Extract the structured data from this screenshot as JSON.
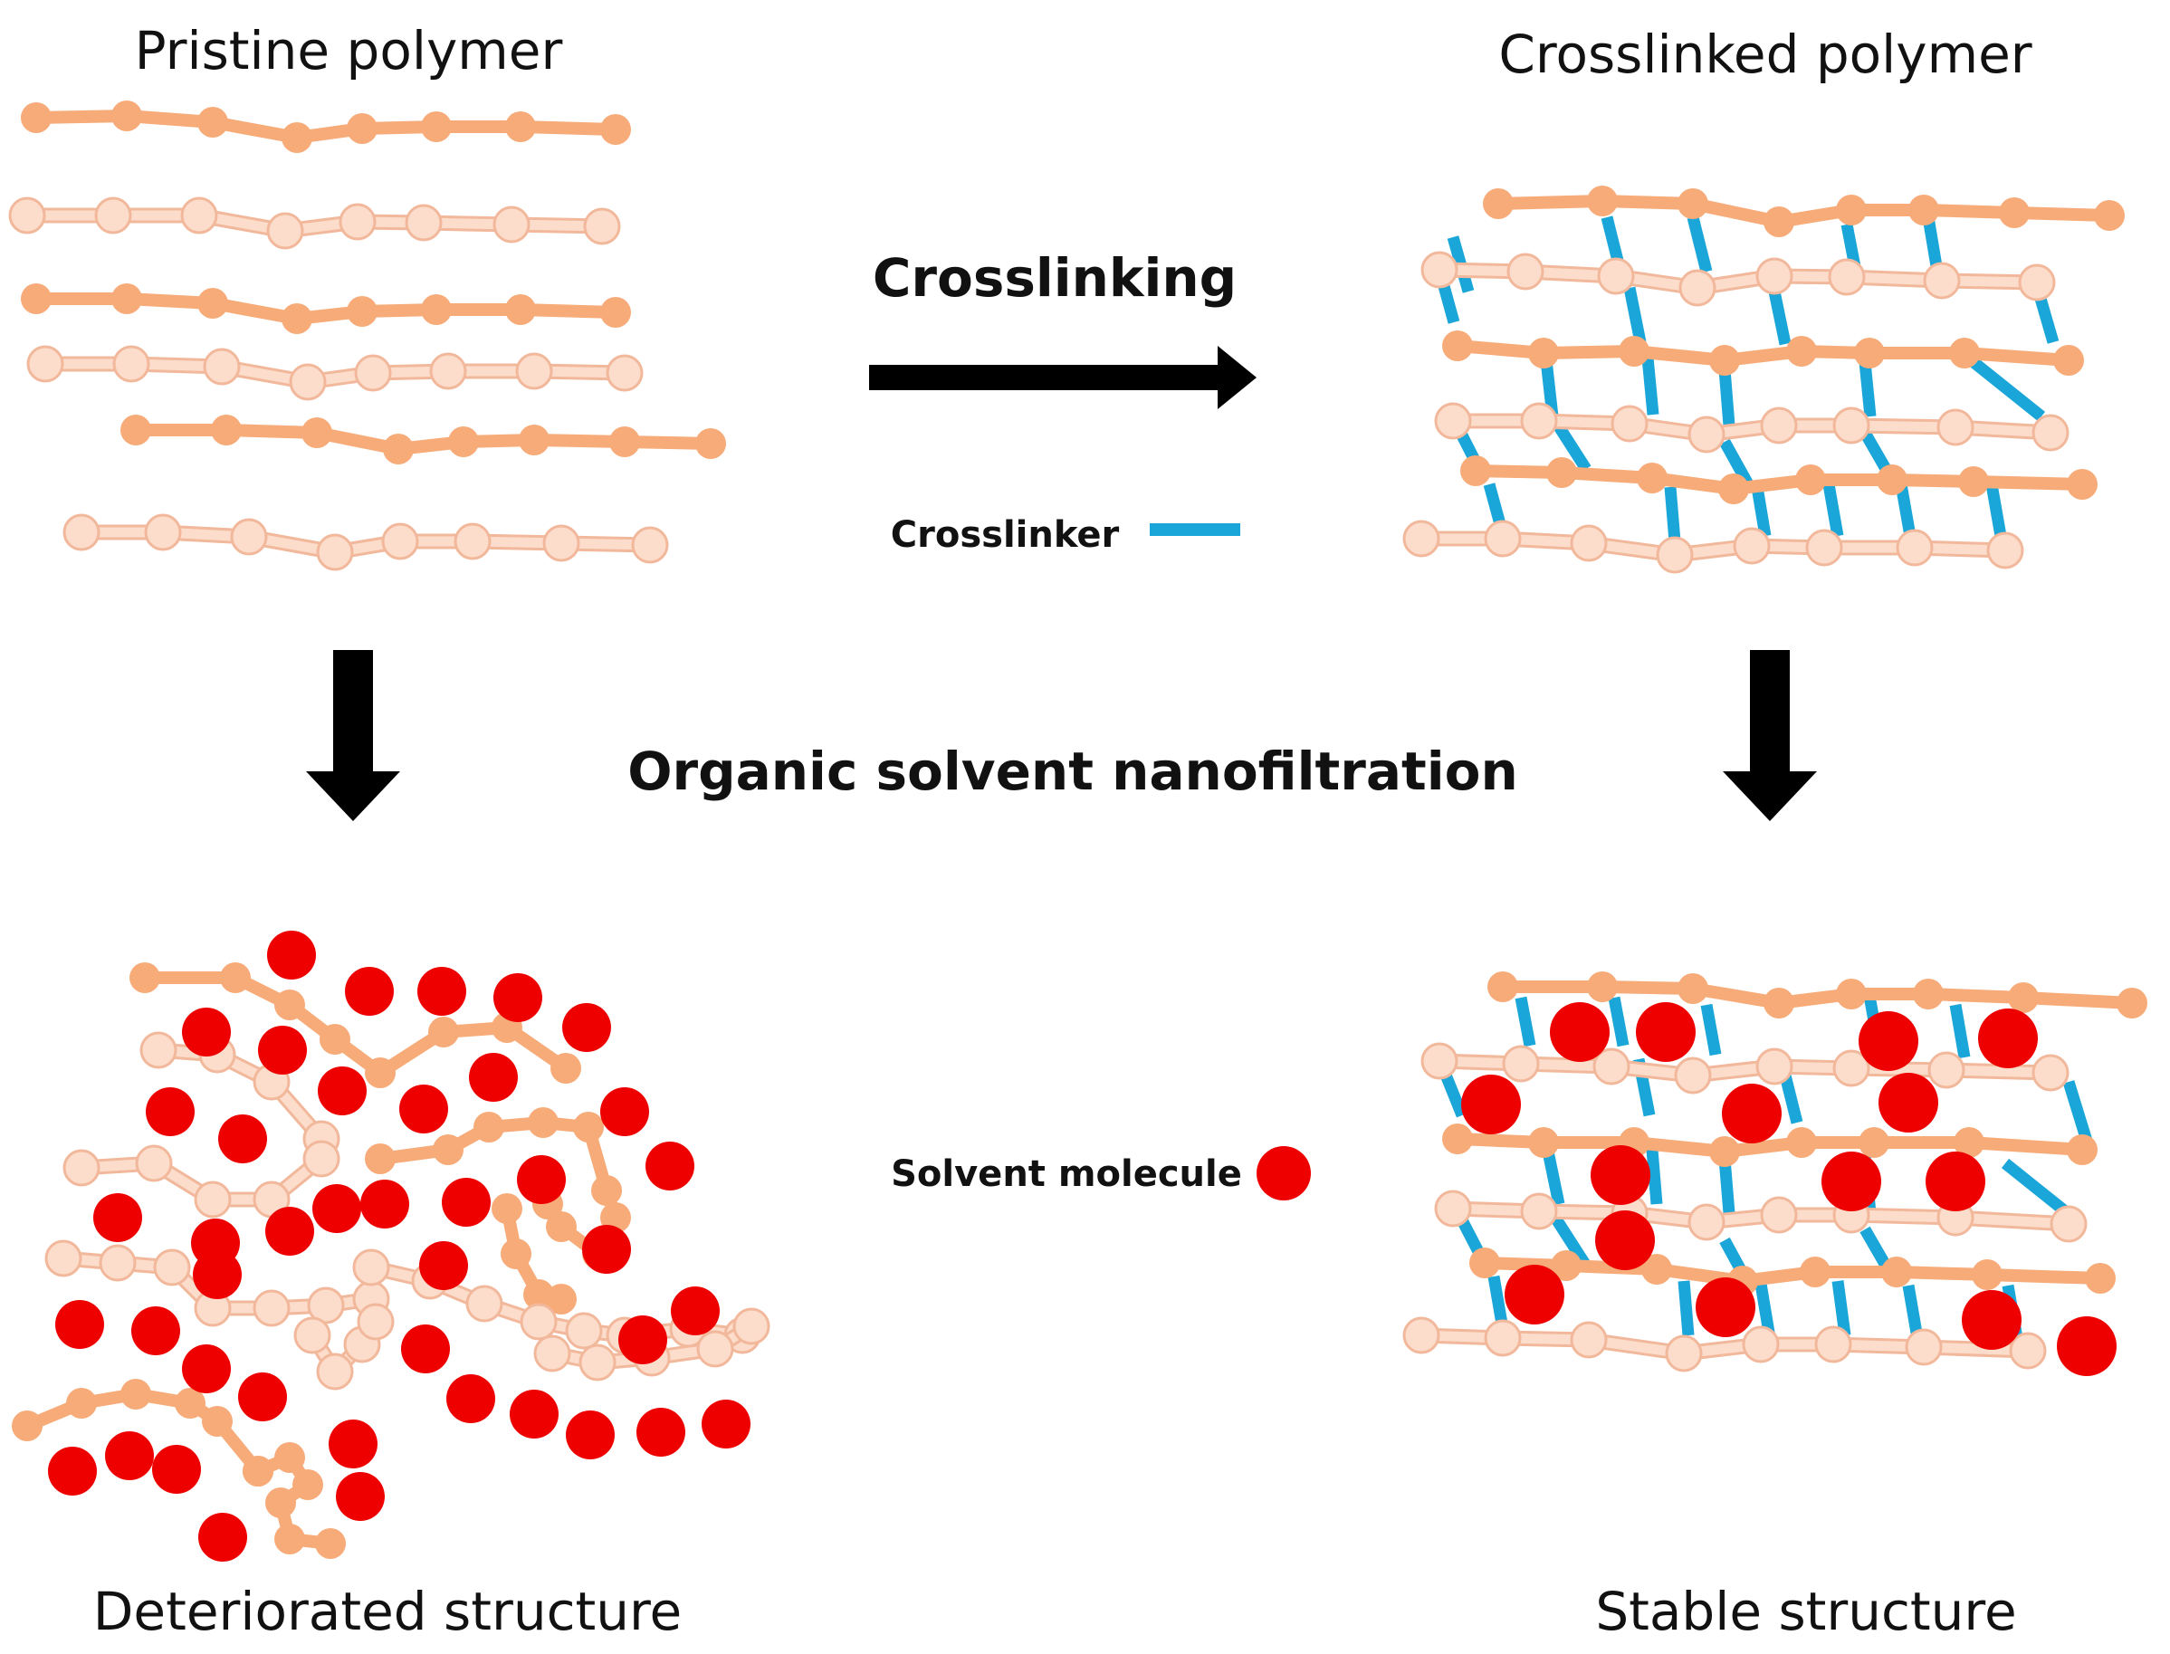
{
  "labels": {
    "pristine": "Pristine polymer",
    "crosslinked": "Crosslinked polymer",
    "crosslinking": "Crosslinking",
    "crosslinker": "Crosslinker",
    "osn": "Organic solvent nanofiltration",
    "solvent": "Solvent molecule",
    "deteriorated": "Deteriorated structure",
    "stable": "Stable structure"
  },
  "colors": {
    "chain_dark": "#f6ab78",
    "chain_light_fill": "#fcdccb",
    "chain_light_stroke": "#f2b89b",
    "crosslinker": "#1aa6d8",
    "solvent": "#ee0000",
    "arrow": "#000000",
    "text": "#111111"
  }
}
